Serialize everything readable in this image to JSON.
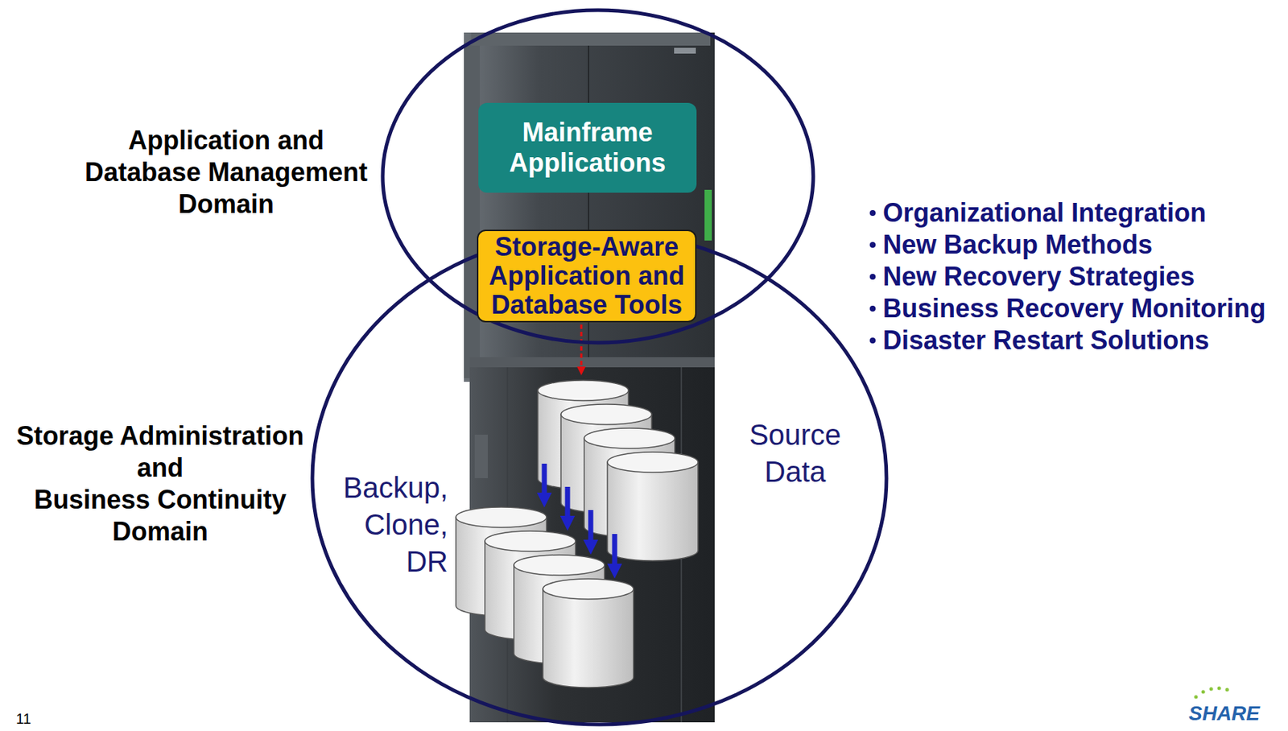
{
  "diagram": {
    "nodes": [
      {
        "text": [
          "Application and Database Management Domain"
        ]
      },
      {
        "text": [
          "Mainframe Applications"
        ],
        "in": 0
      },
      {
        "text": [
          "Storage-Aware Application and Database Tools"
        ],
        "in": 0
      },
      {
        "text": [
          "Storage Administration and Business Continuity Domain"
        ]
      }
    ],
    "labels": [
      "Source Data",
      "Backup, Clone, DR",
      "Organizational Integration",
      "New Backup Methods",
      "New Recovery Strategies",
      "Business Recovery Monitoring",
      "Disaster Restart Solutions",
      "11",
      "SHARE"
    ]
  }
}
